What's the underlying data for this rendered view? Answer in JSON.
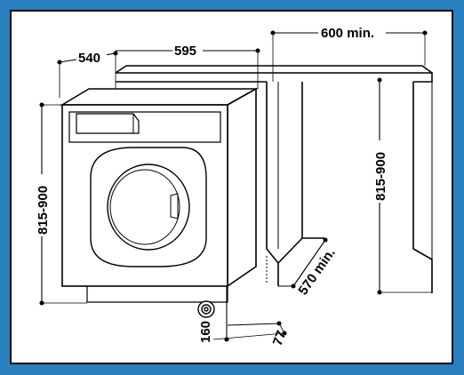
{
  "dimensions": {
    "depth": "540",
    "width": "595",
    "clearance_width": "600 min.",
    "height_left": "815-900",
    "height_right": "815-900",
    "recess_depth": "570 min.",
    "plinth_height": "160",
    "plinth_depth": "77"
  },
  "colors": {
    "background": "#2a7fbf",
    "panel": "#ffffff",
    "line": "#000000"
  }
}
